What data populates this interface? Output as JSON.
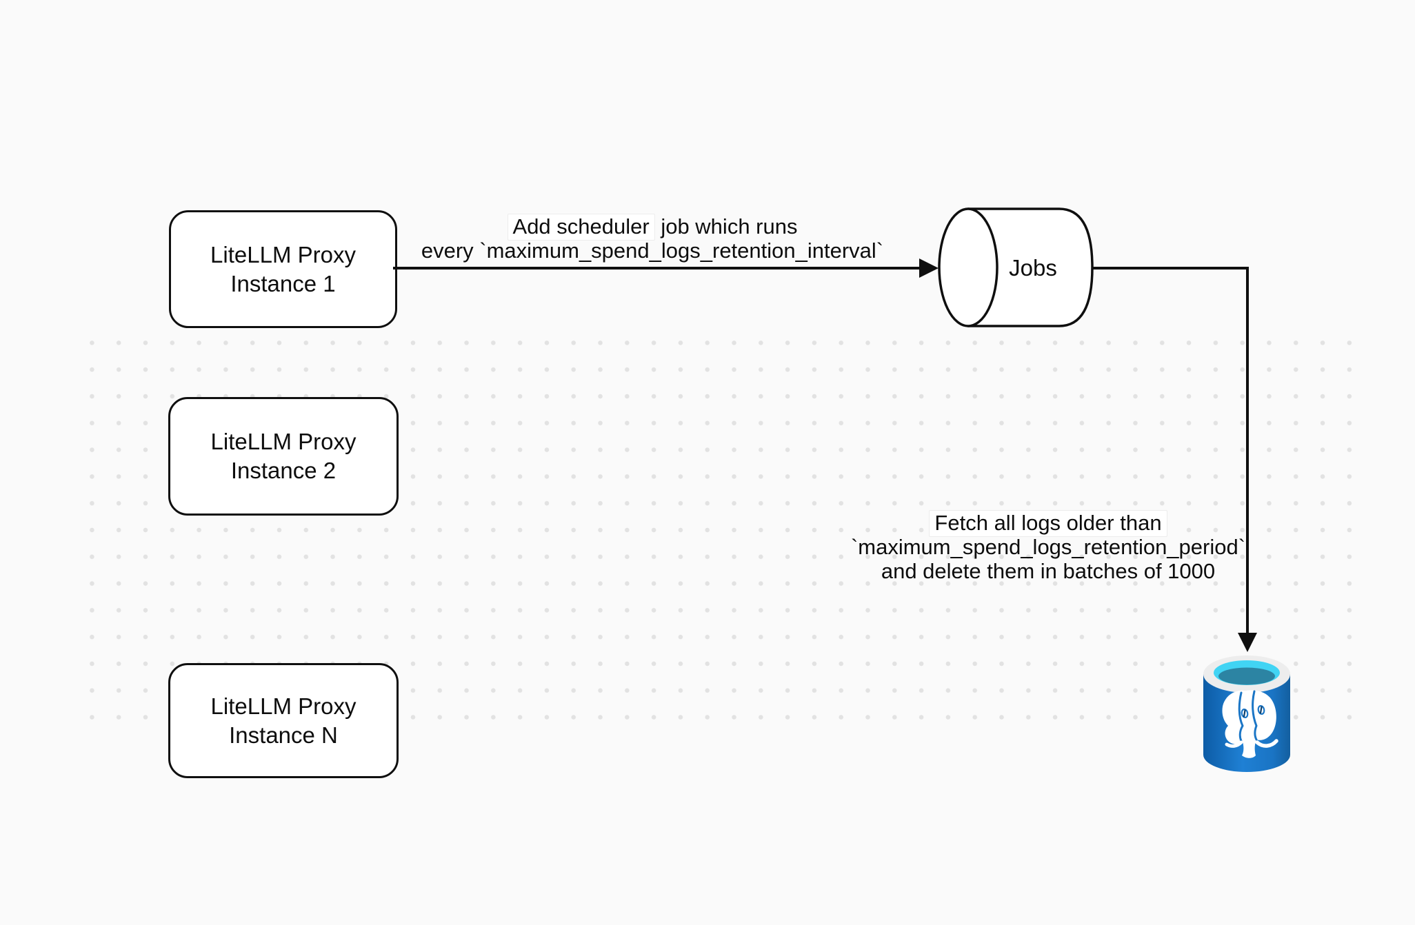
{
  "diagram": {
    "title_hint": "LiteLLM spend-log cleanup scheduler diagram",
    "background_color": "#fafafa",
    "dot_color": "#e2e2e2",
    "stroke_color": "#0f0f0f"
  },
  "nodes": {
    "instance1": {
      "line1": "LiteLLM Proxy",
      "line2": "Instance 1"
    },
    "instance2": {
      "line1": "LiteLLM Proxy",
      "line2": "Instance 2"
    },
    "instanceN": {
      "line1": "LiteLLM Proxy",
      "line2": "Instance N"
    },
    "jobs": {
      "label": "Jobs"
    }
  },
  "edges": {
    "scheduler": {
      "line1_highlight": "Add scheduler",
      "line1_rest": " job which runs",
      "line2": "every `maximum_spend_logs_retention_interval`"
    },
    "fetch": {
      "line1": "Fetch all logs older than",
      "line2": "`maximum_spend_logs_retention_period`",
      "line3": "and delete them in batches of 1000"
    }
  },
  "icons": {
    "jobs_cylinder": "jobs-queue-cylinder-icon",
    "postgres": "postgresql-database-icon",
    "postgres_colors": {
      "body_blue": "#1b76c6",
      "body_blue_dark": "#0d5ca6",
      "body_blue_light": "#1f80d4",
      "ring_white": "#ededed",
      "top_cyan": "#41d4f4",
      "liquid_teal": "#2c84a3",
      "elephant_white": "#ffffff"
    }
  }
}
